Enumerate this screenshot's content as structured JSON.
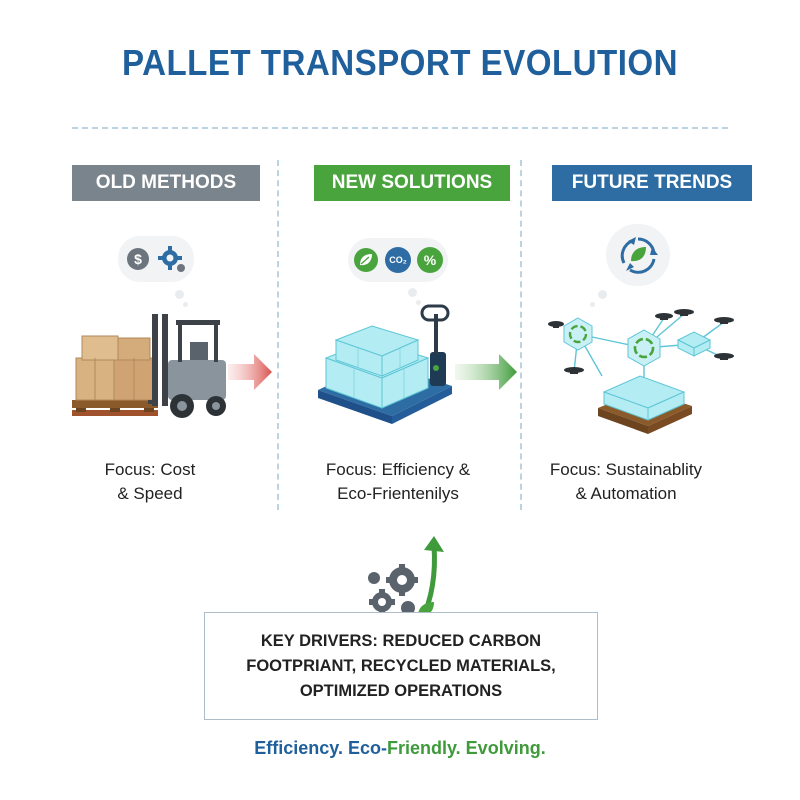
{
  "title": "PALLET TRANSPORT EVOLUTION",
  "columns": [
    {
      "heading": "OLD METHODS",
      "color": "#7a848d",
      "focus_line1": "Focus: Cost",
      "focus_line2": "& Speed",
      "bubble_icons": [
        "dollar-icon",
        "gear-icon"
      ]
    },
    {
      "heading": "NEW SOLUTIONS",
      "color": "#4aa43d",
      "focus_line1": "Focus: Efficiency &",
      "focus_line2": "Eco-Frientenilys",
      "bubble_icons": [
        "leaf-icon",
        "co2-icon",
        "percent-icon"
      ],
      "co2_label": "CO₂",
      "percent_label": "%"
    },
    {
      "heading": "FUTURE TRENDS",
      "color": "#2e6da4",
      "focus_line1": "Focus: Sustainablity",
      "focus_line2": "& Automation",
      "bubble_icons": [
        "recycle-leaf-icon"
      ]
    }
  ],
  "key_drivers": {
    "line1": "KEY DRIVERS: REDUCED CARBON",
    "line2": "FOOTPRIANT, RECYCLED MATERIALS,",
    "line3": "OPTIMIZED OPERATIONS"
  },
  "tagline": {
    "part1": "Efficiency. Eco-",
    "part2": "Friendly. Evolving."
  },
  "colors": {
    "title": "#1f5f9c",
    "accent_green": "#4aa43d",
    "accent_blue": "#2e6da4",
    "arrow_red": "#d9534f",
    "arrow_green": "#3e9a3a"
  }
}
